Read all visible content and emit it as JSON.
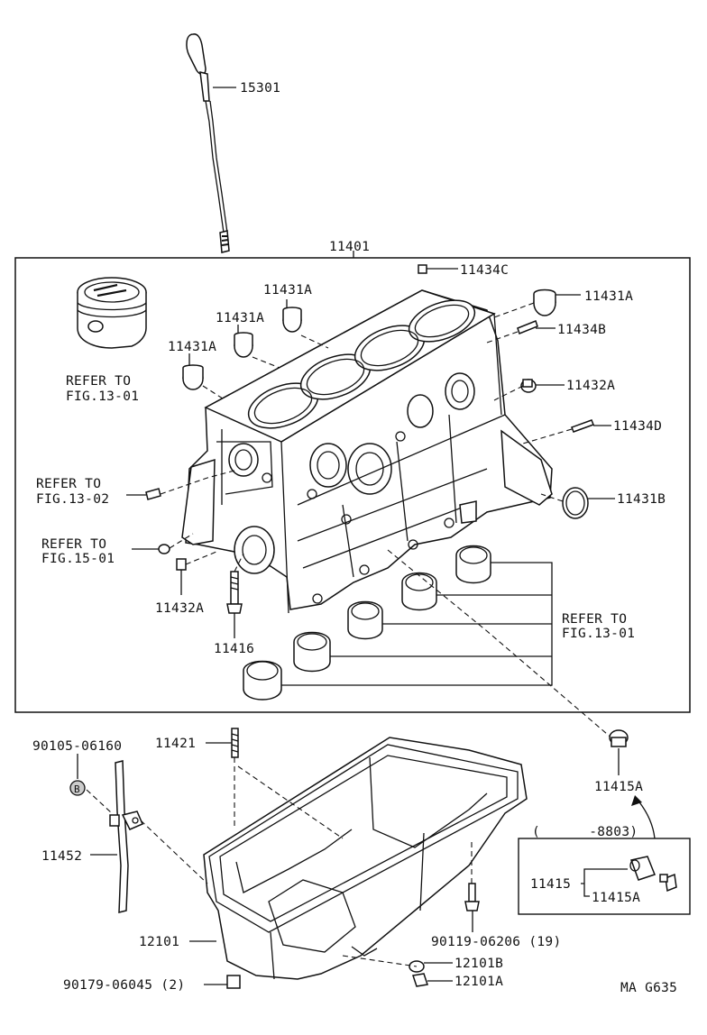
{
  "labels": {
    "p15301": "15301",
    "p11401": "11401",
    "p11434C": "11434C",
    "p11431A_1": "11431A",
    "p11431A_2": "11431A",
    "p11431A_3": "11431A",
    "p11431A_4": "11431A",
    "p11434B": "11434B",
    "p11432A_r": "11432A",
    "p11434D": "11434D",
    "p11431B": "11431B",
    "refer_1301_a1": "REFER TO",
    "refer_1301_a2": "FIG.13-01",
    "refer_1302_1": "REFER TO",
    "refer_1302_2": "FIG.13-02",
    "refer_1501_1": "REFER TO",
    "refer_1501_2": "FIG.15-01",
    "p11432A_l": "11432A",
    "p11416": "11416",
    "refer_1301_b1": "REFER TO",
    "refer_1301_b2": "FIG.13-01",
    "p90105": "90105-06160",
    "p11421": "11421",
    "p11415A_top": "11415A",
    "bolt_b": "B",
    "range": "(      -8803)",
    "p11452": "11452",
    "p11415": "11415",
    "p11415A_box": "11415A",
    "p90119": "90119-06206 (19)",
    "p12101": "12101",
    "p12101B": "12101B",
    "p90179": "90179-06045 (2)",
    "p12101A": "12101A",
    "drawing_id": "MA G635"
  }
}
